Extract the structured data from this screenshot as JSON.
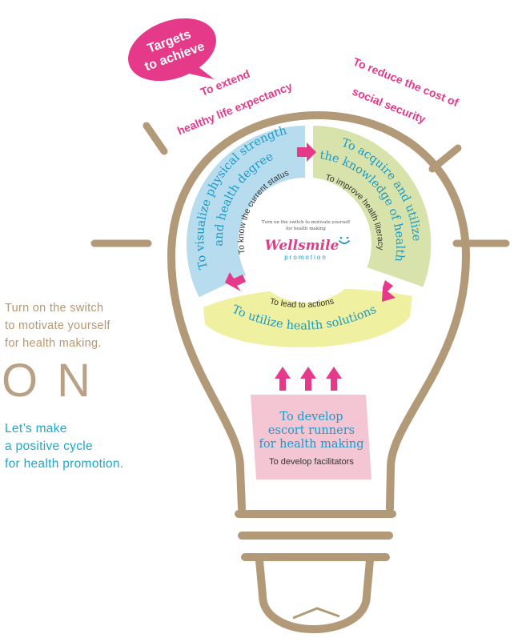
{
  "colors": {
    "bulb": "#b29a79",
    "pink": "#e5398a",
    "blue": "#1a99c7",
    "tan": "#b59871",
    "segment_blue": "#b7dcee",
    "segment_green": "#d7e3ab",
    "segment_yellow": "#eff0a0",
    "box_pink": "#f4c5d2"
  },
  "badge": {
    "line1": "Targets",
    "line2": "to achieve"
  },
  "targets": {
    "left_line1": "To extend",
    "left_line2": "healthy life expectancy",
    "right_line1": "To reduce the cost of",
    "right_line2": "social security"
  },
  "cycle": {
    "visualize_line1": "To visualize physical strength",
    "visualize_line2": "and health degree",
    "visualize_sub": "To know the current status",
    "acquire_line1": "To acquire and utilize",
    "acquire_line2": "the knowledge of health",
    "acquire_sub": "To improve health literacy",
    "utilize_title": "To utilize health solutions",
    "utilize_sub": "To lead to actions"
  },
  "center": {
    "tagline_line1": "Turn on the switch to motivate yourself",
    "tagline_line2": "for health making",
    "logo_text": "Wellsmile",
    "logo_sub": "promotion"
  },
  "develop": {
    "line1": "To develop",
    "line2": "escort runners",
    "line3": "for health making",
    "sub": "To develop facilitators"
  },
  "side": {
    "intro_line1": "Turn on the switch",
    "intro_line2": "to motivate yourself",
    "intro_line3": "for health making.",
    "on_text": "ON",
    "cycle_line1": "Let’s make",
    "cycle_line2": "a positive cycle",
    "cycle_line3": "for health promotion."
  }
}
